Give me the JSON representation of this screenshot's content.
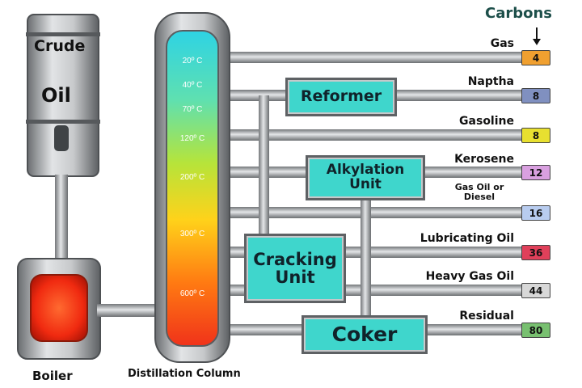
{
  "header": {
    "carbons": "Carbons"
  },
  "crude": {
    "line1": "Crude",
    "line2": "Oil"
  },
  "boiler_label": "Boiler",
  "column_label": "Distillation Column",
  "temperatures": [
    "20º C",
    "40º C",
    "70º C",
    "120º C",
    "200º C",
    "300º C",
    "600º C"
  ],
  "units": {
    "reformer": "Reformer",
    "alkylation": "Alkylation Unit",
    "cracking": "Cracking Unit",
    "coker": "Coker"
  },
  "products": [
    {
      "name": "Gas",
      "carbons": "4",
      "color": "#f0a030"
    },
    {
      "name": "Naptha",
      "carbons": "8",
      "color": "#8090c0"
    },
    {
      "name": "Gasoline",
      "carbons": "8",
      "color": "#e8e030"
    },
    {
      "name": "Kerosene",
      "carbons": "12",
      "color": "#d9a0e0"
    },
    {
      "name": "Gas Oil or Diesel",
      "carbons": "16",
      "color": "#b8ccef"
    },
    {
      "name": "Lubricating Oil",
      "carbons": "36",
      "color": "#e0405a"
    },
    {
      "name": "Heavy Gas Oil",
      "carbons": "44",
      "color": "#d8d8d8"
    },
    {
      "name": "Residual",
      "carbons": "80",
      "color": "#78c070"
    }
  ]
}
